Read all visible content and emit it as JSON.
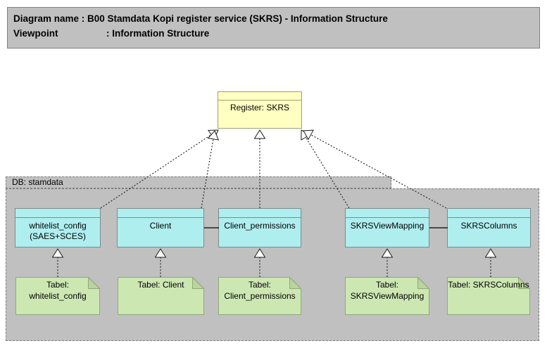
{
  "header": {
    "diagram_line": "Diagram name : B00 Stamdata Kopi register service (SKRS) - Information Structure",
    "viewpoint_label": "Viewpoint",
    "viewpoint_value": ": Information Structure"
  },
  "register": {
    "label": "Register: SKRS"
  },
  "group": {
    "label": "DB: stamdata"
  },
  "entities": [
    {
      "id": "whitelist_config",
      "lines": [
        "whitelist_config",
        "(SAES+SCES)"
      ]
    },
    {
      "id": "client",
      "lines": [
        "Client"
      ]
    },
    {
      "id": "client_permissions",
      "lines": [
        "Client_permissions"
      ]
    },
    {
      "id": "skrsviewmapping",
      "lines": [
        "SKRSViewMapping"
      ]
    },
    {
      "id": "skrscolumns",
      "lines": [
        "SKRSColumns"
      ]
    }
  ],
  "notes": [
    {
      "lines": [
        "Tabel:",
        "whitelist_config"
      ]
    },
    {
      "lines": [
        "Tabel: Client"
      ]
    },
    {
      "lines": [
        "Tabel:",
        "Client_permissions"
      ]
    },
    {
      "lines": [
        "Tabel:",
        "SKRSViewMapping"
      ]
    },
    {
      "lines": [
        "Tabel: SKRSColumns"
      ]
    }
  ],
  "relations": [
    {
      "from": "whitelist_config (SAES+SCES)",
      "to": "Register: SKRS",
      "type": "realization-dashed-hollow-arrow"
    },
    {
      "from": "Client",
      "to": "Register: SKRS",
      "type": "realization-dashed-hollow-arrow"
    },
    {
      "from": "Client_permissions",
      "to": "Register: SKRS",
      "type": "realization-dashed-hollow-arrow"
    },
    {
      "from": "SKRSViewMapping",
      "to": "Register: SKRS",
      "type": "realization-dashed-hollow-arrow"
    },
    {
      "from": "SKRSColumns",
      "to": "Register: SKRS",
      "type": "realization-dashed-hollow-arrow"
    },
    {
      "from": "Tabel: whitelist_config",
      "to": "whitelist_config (SAES+SCES)",
      "type": "realization-dashed-hollow-arrow"
    },
    {
      "from": "Tabel: Client",
      "to": "Client",
      "type": "realization-dashed-hollow-arrow"
    },
    {
      "from": "Tabel: Client_permissions",
      "to": "Client_permissions",
      "type": "realization-dashed-hollow-arrow"
    },
    {
      "from": "Tabel: SKRSViewMapping",
      "to": "SKRSViewMapping",
      "type": "realization-dashed-hollow-arrow"
    },
    {
      "from": "Tabel: SKRSColumns",
      "to": "SKRSColumns",
      "type": "realization-dashed-hollow-arrow"
    },
    {
      "from": "Client",
      "to": "Client_permissions",
      "type": "association-solid"
    },
    {
      "from": "SKRSViewMapping",
      "to": "SKRSColumns",
      "type": "association-solid"
    }
  ],
  "colors": {
    "title_fill": "#c0c0c0",
    "group_fill": "#c0c0c0",
    "register_fill": "#ffffc2",
    "entity_fill": "#afeeee",
    "note_fill": "#cde7b3",
    "note_fold": "#b9d49c",
    "line": "#1a1a1a"
  }
}
